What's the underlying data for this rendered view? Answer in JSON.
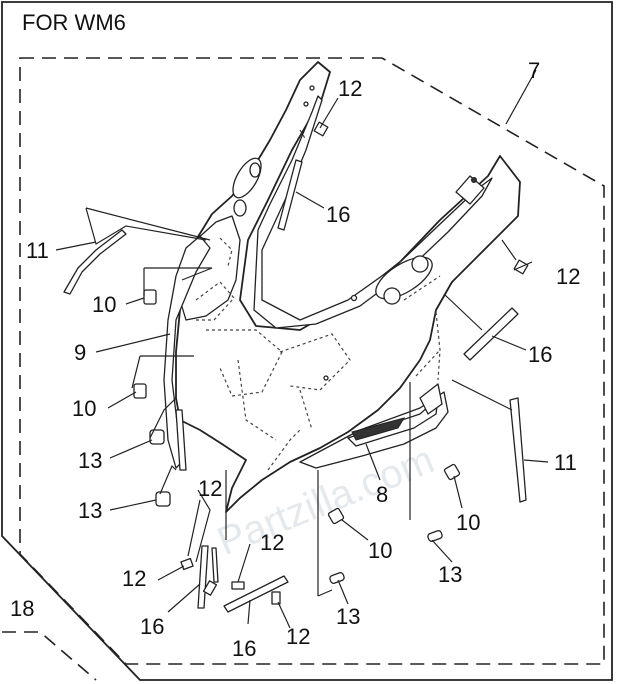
{
  "header": {
    "title": "FOR WM6"
  },
  "watermark": {
    "text": "Partzilla.com"
  },
  "callouts": {
    "c7": "7",
    "c8": "8",
    "c9": "9",
    "c10a": "10",
    "c10b": "10",
    "c10c": "10",
    "c10d": "10",
    "c11a": "11",
    "c11b": "11",
    "c12a": "12",
    "c12b": "12",
    "c12c": "12",
    "c12d": "12",
    "c12e": "12",
    "c12f": "12",
    "c13a": "13",
    "c13b": "13",
    "c13c": "13",
    "c13d": "13",
    "c16a": "16",
    "c16b": "16",
    "c16c": "16",
    "c16d": "16",
    "c18": "18"
  },
  "colors": {
    "line": "#222222",
    "background": "#ffffff",
    "watermark": "#cfd8df"
  }
}
